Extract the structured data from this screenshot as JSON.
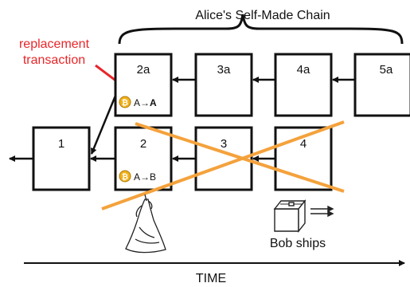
{
  "chain_label": "Alice's Self-Made Chain",
  "replacement_label_line1": "replacement",
  "replacement_label_line2": "transaction",
  "blocks": {
    "b2a": {
      "label": "2a",
      "tx_from": "A",
      "tx_arrow": "→",
      "tx_to": "A"
    },
    "b3a": {
      "label": "3a"
    },
    "b4a": {
      "label": "4a"
    },
    "b5a": {
      "label": "5a"
    },
    "b1": {
      "label": "1"
    },
    "b2": {
      "label": "2",
      "tx_from": "A",
      "tx_arrow": "→",
      "tx_to": "B"
    },
    "b3": {
      "label": "3"
    },
    "b4": {
      "label": "4"
    }
  },
  "bob_label": "Bob ships",
  "time_label": "TIME",
  "colors": {
    "cross": "#f4a23c",
    "replacement_arrow": "#e8262a",
    "replacement_text": "#e8262a",
    "coin": "#f2b21c"
  },
  "icons": [
    "bitcoin-coin-icon",
    "box-shipping-icon",
    "cloaked-figure-icon"
  ]
}
